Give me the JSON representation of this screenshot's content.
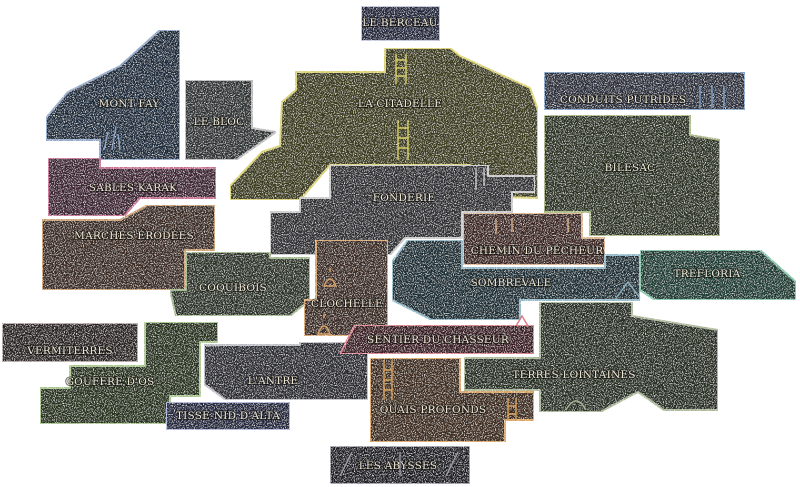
{
  "map": {
    "regions": [
      {
        "id": "le-berceau",
        "label": "LE BERCEAU",
        "fill": "#22253d",
        "border": "#bfc4d8"
      },
      {
        "id": "mont-fay",
        "label": "MONT FAY",
        "fill": "#1f2a3a",
        "border": "#8fa4c6"
      },
      {
        "id": "le-bloc",
        "label": "LE BLOC",
        "fill": "#2f3033",
        "border": "#b9b9b9"
      },
      {
        "id": "la-citadelle",
        "label": "LA CITADELLE",
        "fill": "#3a3a1e",
        "border": "#d8cf6a"
      },
      {
        "id": "conduits-putrides",
        "label": "CONDUITS PUTRIDES",
        "fill": "#2a2e3a",
        "border": "#7fa3c9"
      },
      {
        "id": "bilesac",
        "label": "BILESAC",
        "fill": "#2c3122",
        "border": "#a6b57d"
      },
      {
        "id": "sables-karak",
        "label": "SABLES KARAK",
        "fill": "#3d2330",
        "border": "#c46b8c"
      },
      {
        "id": "fonderie",
        "label": "FONDERIE",
        "fill": "#2d2d30",
        "border": "#c9c9c9"
      },
      {
        "id": "marches-erodees",
        "label": "MARCHES ÉRODÉES",
        "fill": "#3a2c22",
        "border": "#c89a6a"
      },
      {
        "id": "chemin-du-pecheur",
        "label": "CHEMIN DU PÊCHEUR",
        "fill": "#3d2520",
        "border": "#d9b28a"
      },
      {
        "id": "trefloria",
        "label": "TRÉFLORIA",
        "fill": "#1f3a33",
        "border": "#7fc3a6"
      },
      {
        "id": "coquibois",
        "label": "COQUIBOIS",
        "fill": "#2a3326",
        "border": "#9fb58a"
      },
      {
        "id": "clochelle",
        "label": "CLOCHELLE",
        "fill": "#3b2c20",
        "border": "#d8a36a"
      },
      {
        "id": "sombrevale",
        "label": "SOMBREVALE",
        "fill": "#1f2f35",
        "border": "#8fb6c6"
      },
      {
        "id": "vermiterres",
        "label": "VERMITERRES",
        "fill": "#2b2424",
        "border": "#b0a3a3"
      },
      {
        "id": "gouffre-dos",
        "label": "GOUFFRE D'OS",
        "fill": "#25321f",
        "border": "#a6c48a"
      },
      {
        "id": "lantre",
        "label": "L'ANTRE",
        "fill": "#2c2c30",
        "border": "#bcbcc4"
      },
      {
        "id": "sentier-du-chasseur",
        "label": "SENTIER DU CHASSEUR",
        "fill": "#3b1f24",
        "border": "#d97a86"
      },
      {
        "id": "terres-lointaines",
        "label": "TERRES LOINTAINES",
        "fill": "#272d24",
        "border": "#a7b494"
      },
      {
        "id": "quais-profonds",
        "label": "QUAIS PROFONDS",
        "fill": "#3d2a1c",
        "border": "#d9a25c"
      },
      {
        "id": "tisse-nid-dalta",
        "label": "TISSE-NID D'ALTA",
        "fill": "#22253d",
        "border": "#aab3d8"
      },
      {
        "id": "les-abysses",
        "label": "LES ABYSSES",
        "fill": "#1f1f24",
        "border": "#9a9aa6"
      }
    ]
  }
}
